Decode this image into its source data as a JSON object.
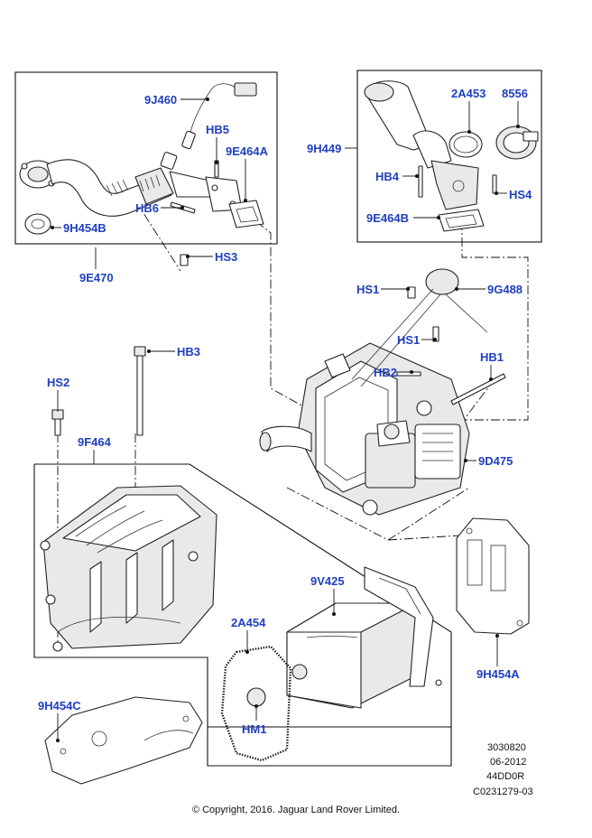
{
  "labels": {
    "l9J460": "9J460",
    "lHB5": "HB5",
    "l9E464A": "9E464A",
    "lHB6": "HB6",
    "l9H454B": "9H454B",
    "l9E470": "9E470",
    "lHS3": "HS3",
    "l2A453": "2A453",
    "l8556": "8556",
    "l9H449": "9H449",
    "lHB4": "HB4",
    "lHS4": "HS4",
    "l9E464B": "9E464B",
    "lHS1a": "HS1",
    "l9G488": "9G488",
    "lHS1b": "HS1",
    "lHB3": "HB3",
    "lHB2": "HB2",
    "lHB1": "HB1",
    "lHS2": "HS2",
    "l9F464": "9F464",
    "l9D475": "9D475",
    "l9V425": "9V425",
    "l2A454": "2A454",
    "l9H454A": "9H454A",
    "l9H454C": "9H454C",
    "lHM1": "HM1"
  },
  "reference": {
    "code": "3030820",
    "date": "06-2012",
    "model": "44DD0R",
    "catalog": "C0231279-03"
  },
  "copyright": "© Copyright, 2016. Jaguar Land Rover Limited."
}
